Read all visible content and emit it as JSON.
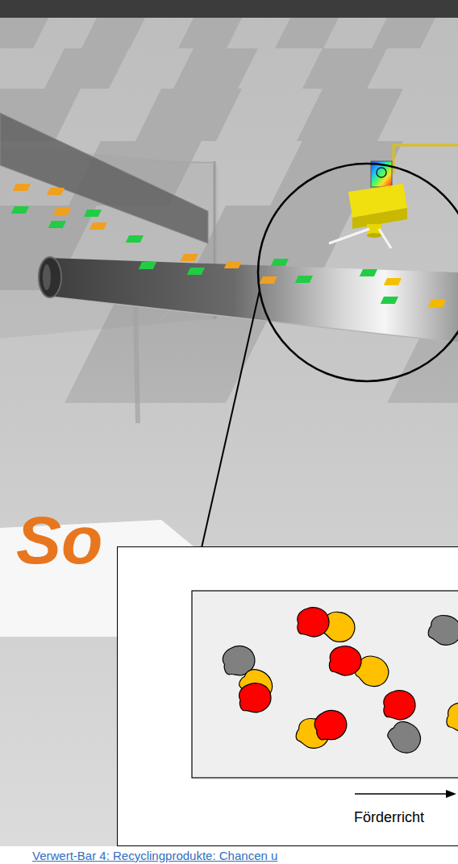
{
  "diagram": {
    "nodes": [
      {
        "text": [
          "Förderricht"
        ]
      }
    ],
    "labels": [
      "So",
      "Verwert-Bar 4: Recyclingprodukte: Chancen u"
    ]
  }
}
